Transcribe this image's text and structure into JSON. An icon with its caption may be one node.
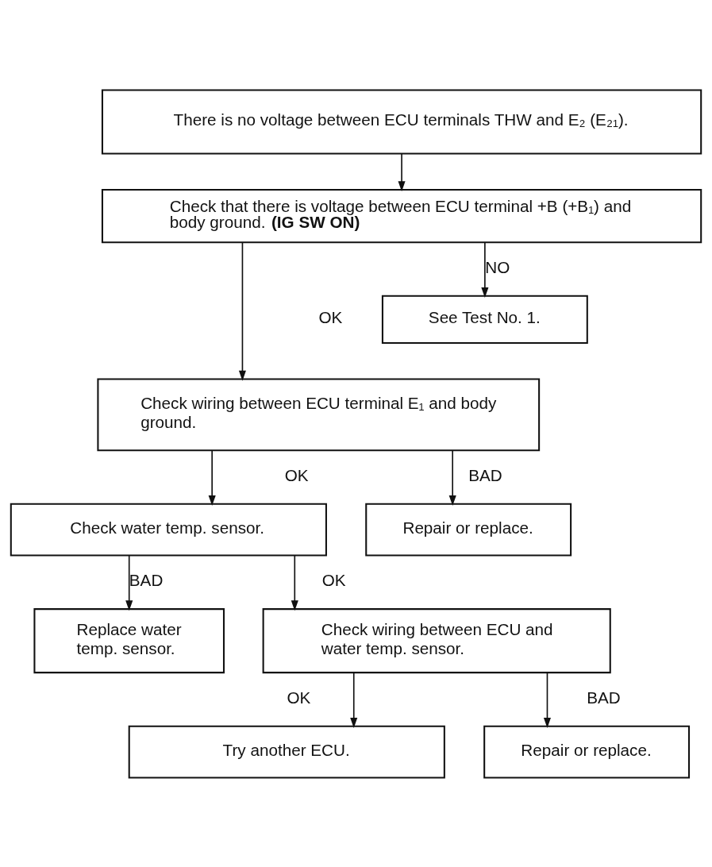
{
  "diagram": {
    "nodes": [
      {
        "text": [
          "There is no voltage between ECU terminals THW and E₂ (E₂₁)."
        ]
      },
      {
        "text": [
          "Check that there is voltage between ECU terminal +B (+B₁) and body ground. **(IG SW ON)**"
        ]
      },
      {
        "text": [
          "See Test No. 1."
        ]
      },
      {
        "text": [
          "Check wiring between ECU terminal E₁ and body ground."
        ]
      },
      {
        "text": [
          "Check water temp. sensor."
        ]
      },
      {
        "text": [
          "Repair or replace."
        ]
      },
      {
        "text": [
          "Replace water temp. sensor."
        ]
      },
      {
        "text": [
          "Check wiring between ECU and water temp. sensor."
        ]
      },
      {
        "text": [
          "Try another ECU."
        ]
      },
      {
        "text": [
          "Repair or replace."
        ]
      }
    ],
    "edges": [
      {
        "from": 0,
        "to": 1,
        "arrow": "to"
      },
      {
        "from": 1,
        "to": 3,
        "arrow": "to",
        "label": "OK"
      },
      {
        "from": 1,
        "to": 2,
        "arrow": "to",
        "label": "NO"
      },
      {
        "from": 3,
        "to": 4,
        "arrow": "to",
        "label": "OK"
      },
      {
        "from": 3,
        "to": 5,
        "arrow": "to",
        "label": "BAD"
      },
      {
        "from": 4,
        "to": 6,
        "arrow": "to",
        "label": "BAD"
      },
      {
        "from": 4,
        "to": 7,
        "arrow": "to",
        "label": "OK"
      },
      {
        "from": 7,
        "to": 8,
        "arrow": "to",
        "label": "OK"
      },
      {
        "from": 7,
        "to": 9,
        "arrow": "to",
        "label": "BAD"
      }
    ]
  }
}
